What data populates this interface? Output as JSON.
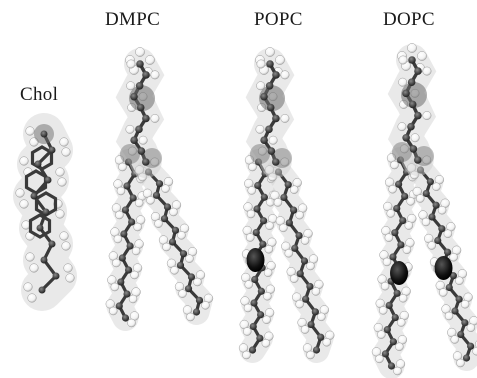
{
  "labels": {
    "dmpc": "DMPC",
    "popc": "POPC",
    "dope": "DOPC",
    "chol": "Chol"
  },
  "molecules": [
    {
      "key": "chol",
      "description_icon": "cholesterol-molecule"
    },
    {
      "key": "dmpc",
      "description_icon": "dmpc-lipid-molecule"
    },
    {
      "key": "popc",
      "description_icon": "popc-lipid-molecule"
    },
    {
      "key": "dope",
      "description_icon": "dopc-lipid-molecule"
    }
  ],
  "colors": {
    "carbon": "#3a3a3a",
    "hydrogen": "#ffffff",
    "halo": "#cfcfcf",
    "headgroup": "#6e6e6e",
    "double_bond": "#111111"
  }
}
